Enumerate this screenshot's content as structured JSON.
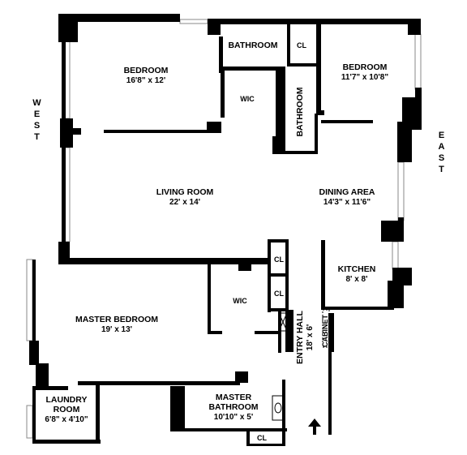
{
  "compass": {
    "west": "WEST",
    "east": "EAST"
  },
  "rooms": {
    "bedroom_1": {
      "name": "BEDROOM",
      "size": "16'8\" x 12'"
    },
    "bathroom_top": {
      "name": "BATHROOM"
    },
    "closet_top": {
      "name": "CL"
    },
    "bedroom_2": {
      "name": "BEDROOM",
      "size": "11'7\" x 10'8\""
    },
    "wic_top": {
      "name": "WIC"
    },
    "bathroom_vertical": {
      "name": "BATHROOM"
    },
    "living_room": {
      "name": "LIVING ROOM",
      "size": "22' x 14'"
    },
    "dining_area": {
      "name": "DINING AREA",
      "size": "14'3\" x 11'6\""
    },
    "closet_mid_1": {
      "name": "CL"
    },
    "closet_mid_2": {
      "name": "CL"
    },
    "kitchen": {
      "name": "KITCHEN",
      "size": "8' x 8'"
    },
    "wic_master": {
      "name": "WIC"
    },
    "master_bedroom": {
      "name": "MASTER BEDROOM",
      "size": "19' x 13'"
    },
    "entry_hall": {
      "name": "ENTRY HALL",
      "size": "18' x 6'"
    },
    "cabinet": {
      "name": "CABINET"
    },
    "laundry_room": {
      "name": "LAUNDRY ROOM",
      "size": "6'8\" x 4'10\""
    },
    "master_bathroom": {
      "name": "MASTER BATHROOM",
      "size": "10'10\" x 5'"
    },
    "closet_bottom": {
      "name": "CL"
    }
  },
  "entry_arrow": "up-arrow-icon"
}
